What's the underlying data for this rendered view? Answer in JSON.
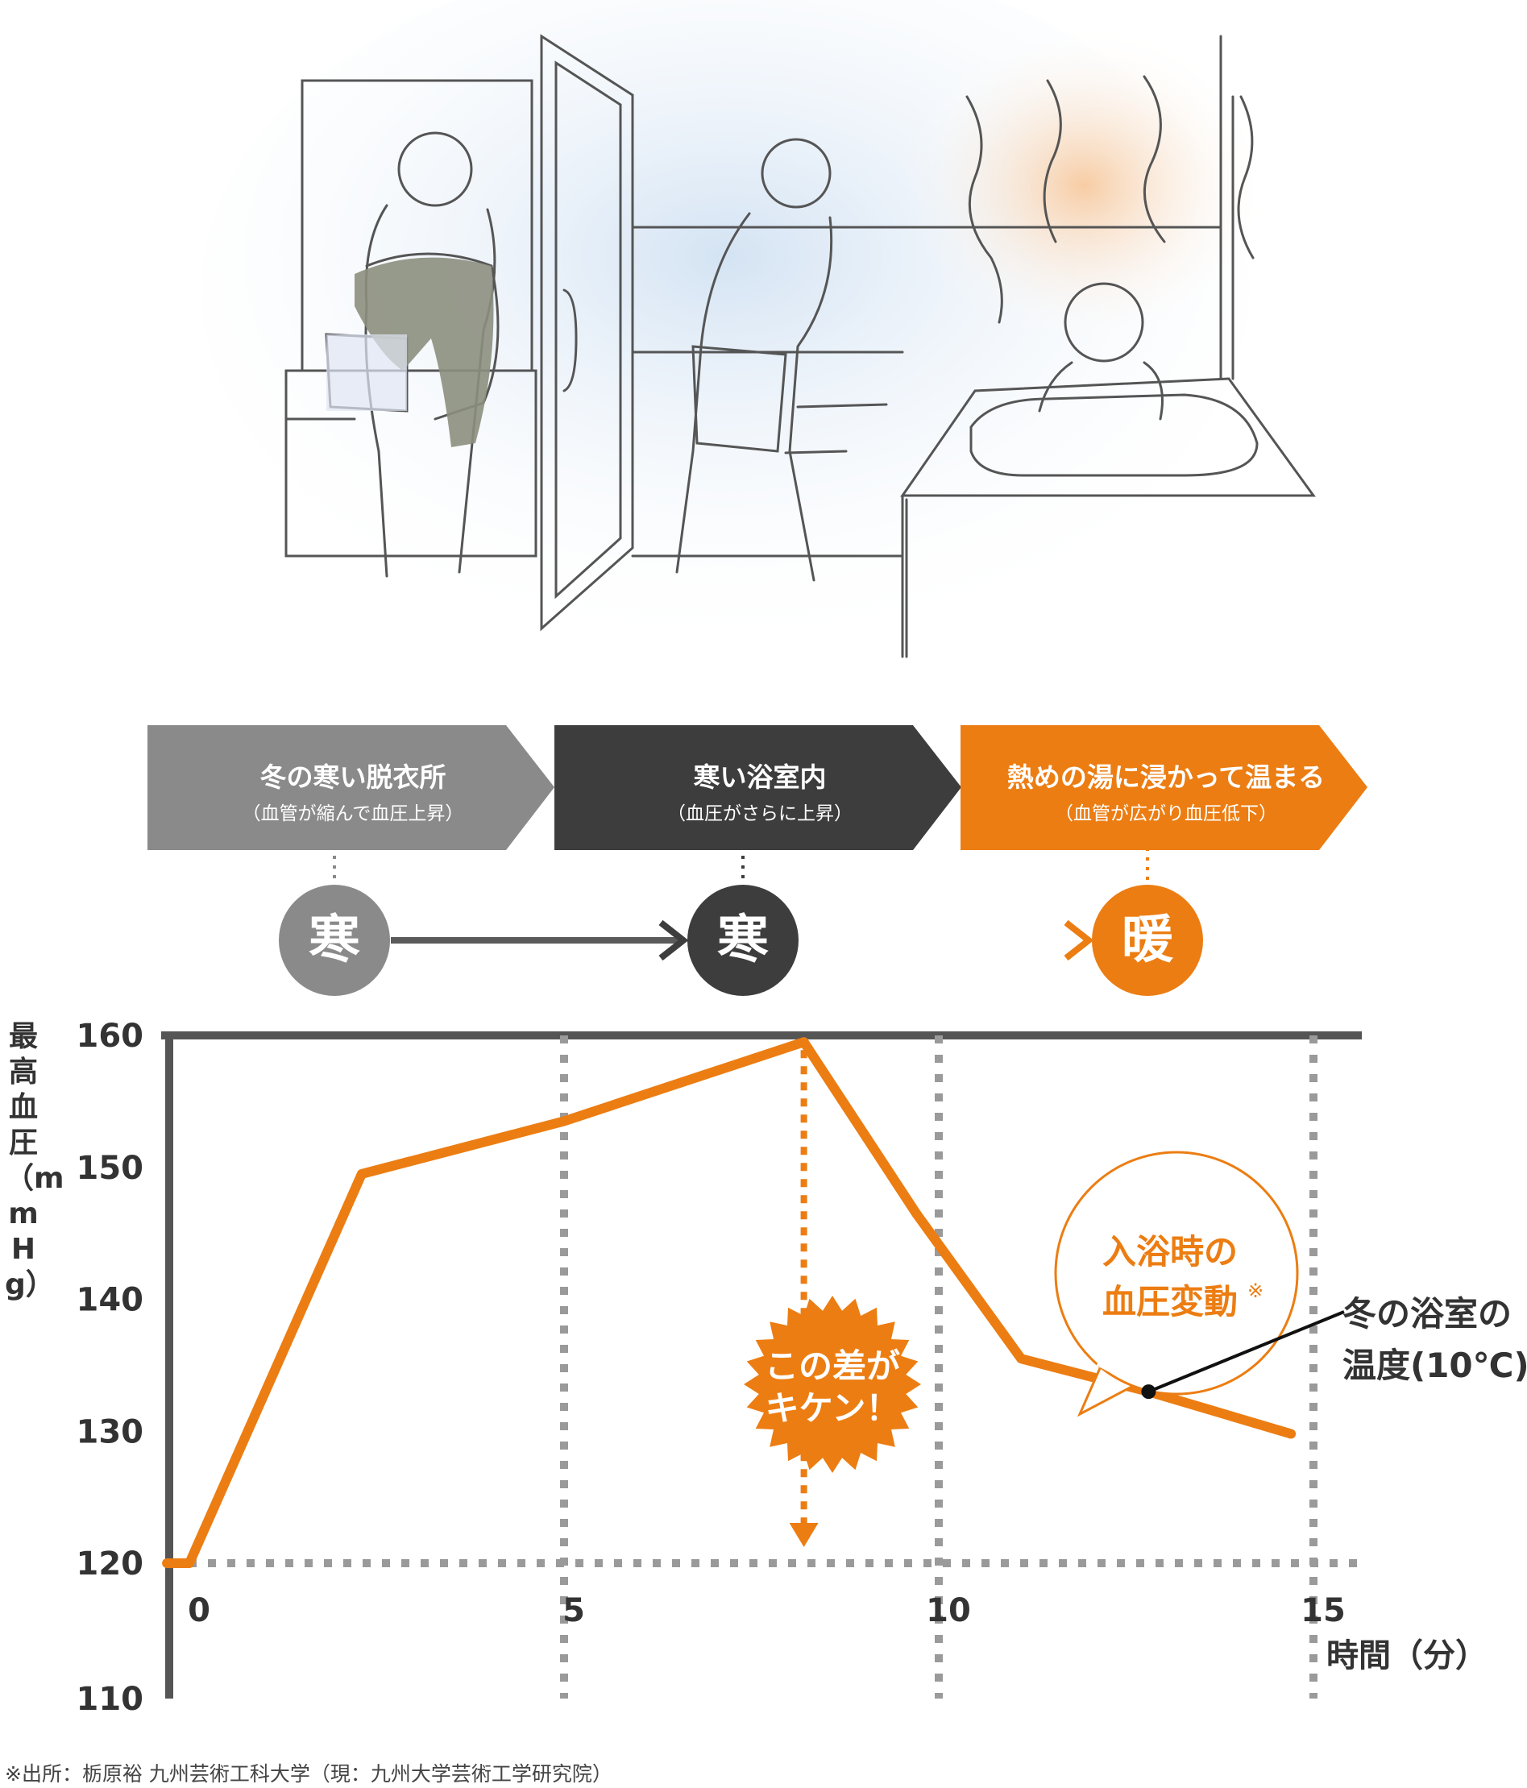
{
  "flow": {
    "steps": [
      {
        "title": "冬の寒い脱衣所",
        "sub": "（血管が縮んで血圧上昇）",
        "color": "#8a8a8a"
      },
      {
        "title": "寒い浴室内",
        "sub": "（血圧がさらに上昇）",
        "color": "#3d3d3d"
      },
      {
        "title": "熱めの湯に浸かって温まる",
        "sub": "（血管が広がり血圧低下）",
        "color": "#ec7d12"
      }
    ],
    "states": [
      {
        "label": "寒",
        "color": "#8a8a8a"
      },
      {
        "label": "寒",
        "color": "#3d3d3d"
      },
      {
        "label": "暖",
        "color": "#ec7d12"
      }
    ]
  },
  "chart_data": {
    "type": "line",
    "ylabel": "最高血圧（mmHg）",
    "xlabel": "時間（分）",
    "x_ticks": [
      "0",
      "5",
      "10",
      "15"
    ],
    "y_ticks": [
      "160",
      "150",
      "140",
      "130",
      "120",
      "110"
    ],
    "ylim": [
      110,
      160
    ],
    "xlim": [
      0,
      15
    ],
    "grid": true,
    "series": [
      {
        "name": "入浴時の血圧変動",
        "color": "#ec7d12",
        "x": [
          -0.3,
          0,
          2.3,
          5,
          8.2,
          9.7,
          11.1,
          12.8,
          14.7
        ],
        "y": [
          120,
          120,
          149.5,
          153.5,
          159.5,
          146.5,
          135.5,
          133,
          129.8
        ]
      }
    ],
    "annotations": {
      "bubble": {
        "text_lines": [
          "入浴時の",
          "血圧変動"
        ],
        "mark": "※"
      },
      "burst": {
        "text_lines": [
          "この差が",
          "キケン！"
        ]
      },
      "label": {
        "text_lines": [
          "冬の浴室の",
          "温度(10℃)"
        ]
      }
    }
  },
  "footnote": "※出所：栃原裕 九州芸術工科大学（現：九州大学芸術工学研究院）"
}
